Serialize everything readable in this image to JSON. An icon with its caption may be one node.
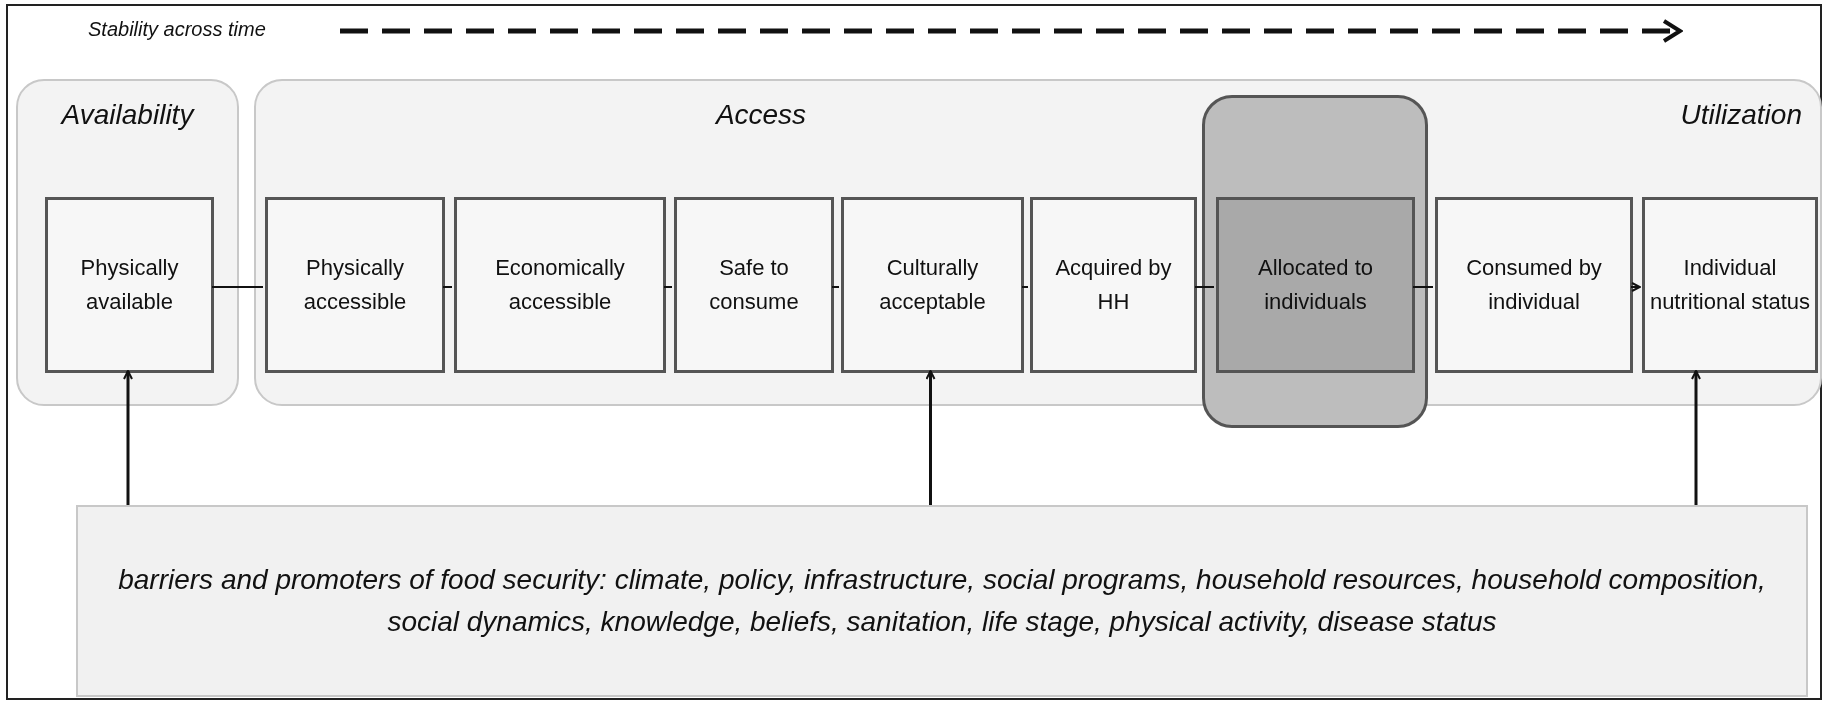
{
  "diagram": {
    "nodes": [
      {
        "text": [
          "Availability"
        ]
      },
      {
        "text": [
          "Physically available"
        ],
        "in": 0
      },
      {
        "text": [
          "Access",
          "Utilization"
        ]
      },
      {
        "text": [
          "Physically accessible"
        ],
        "in": 2
      },
      {
        "text": [
          "Economically accessible"
        ],
        "in": 2
      },
      {
        "text": [
          "Safe to consume"
        ],
        "in": 2
      },
      {
        "text": [
          "Culturally acceptable"
        ],
        "in": 2
      },
      {
        "text": [
          "Acquired by HH"
        ],
        "in": 2
      },
      {
        "text": [
          "Allocated to individuals"
        ],
        "in": 2
      },
      {
        "text": [
          "Consumed by individual"
        ],
        "in": 2
      },
      {
        "text": [
          "Individual nutritional status"
        ],
        "in": 2
      },
      {
        "text": [
          "barriers and promoters of food security: climate, policy, infrastructure, social programs, household resources, household composition, social dynamics, knowledge, beliefs, sanitation, life stage, physical activity, disease status"
        ]
      }
    ],
    "edges": [
      {
        "from": 1,
        "to": 3,
        "arrow": "none"
      },
      {
        "from": 3,
        "to": 4,
        "arrow": "none"
      },
      {
        "from": 4,
        "to": 5,
        "arrow": "none"
      },
      {
        "from": 5,
        "to": 6,
        "arrow": "none"
      },
      {
        "from": 6,
        "to": 7,
        "arrow": "none"
      },
      {
        "from": 7,
        "to": 8,
        "arrow": "none"
      },
      {
        "from": 8,
        "to": 9,
        "arrow": "none"
      },
      {
        "from": 9,
        "to": 10,
        "arrow": "to"
      },
      {
        "from": 11,
        "to": 1,
        "arrow": "to"
      },
      {
        "from": 11,
        "to": 6,
        "arrow": "to"
      },
      {
        "from": 11,
        "to": 10,
        "arrow": "to"
      }
    ],
    "labels": [
      "Stability across time"
    ]
  }
}
